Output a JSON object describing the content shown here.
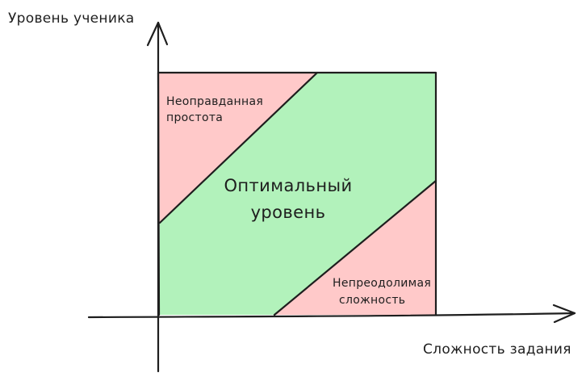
{
  "axes": {
    "y_label": "Уровень ученика",
    "x_label": "Сложность задания"
  },
  "zones": {
    "top_left": {
      "line1": "Неоправданная",
      "line2": "простота",
      "color": "#ffc9c9"
    },
    "middle": {
      "line1": "Оптимальный",
      "line2": "уровень",
      "color": "#b2f2bb"
    },
    "bottom_right": {
      "line1": "Непреодолимая",
      "line2": "сложность",
      "color": "#ffc9c9"
    }
  },
  "colors": {
    "stroke": "#1e1e1e",
    "background": "#ffffff"
  }
}
